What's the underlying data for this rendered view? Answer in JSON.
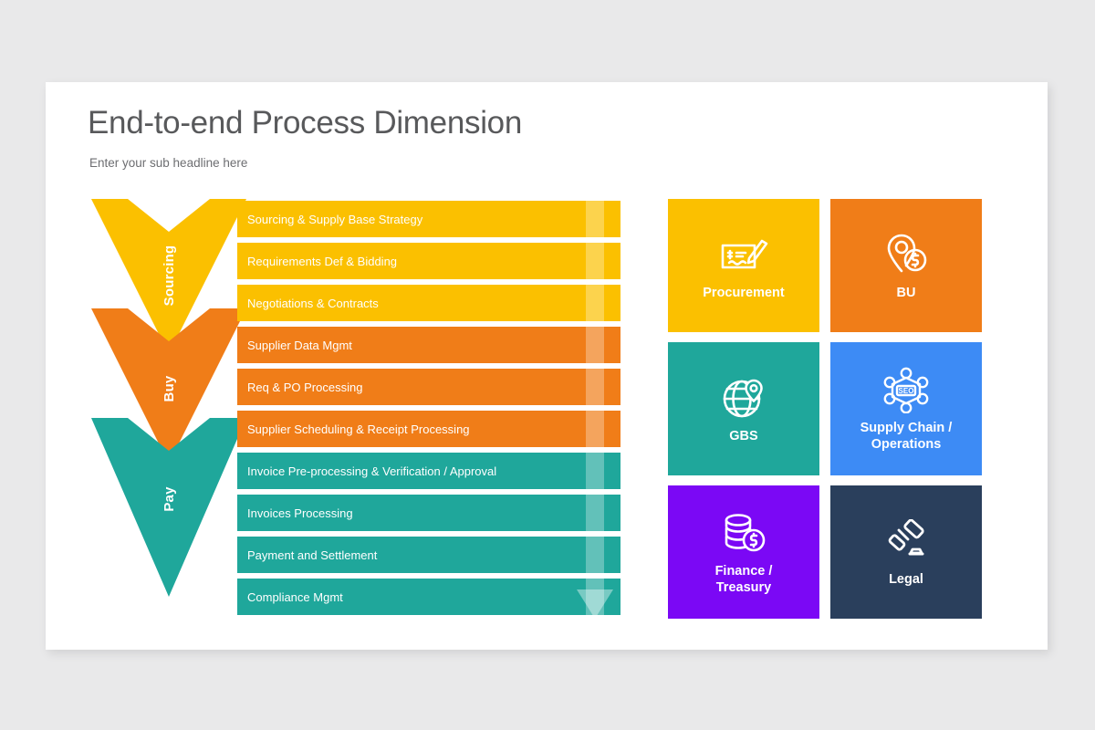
{
  "slide": {
    "title": "End-to-end Process Dimension",
    "subtitle": "Enter your sub headline here"
  },
  "colors": {
    "background": "#e9e9ea",
    "card": "#ffffff",
    "yellow": "#fbc000",
    "orange": "#f07d18",
    "teal": "#1fa79b",
    "blue": "#3d8bf5",
    "purple": "#7b08f5",
    "navy": "#2a3f5c",
    "title_text": "#58595b",
    "subtitle_text": "#6d6e71",
    "connector": "#8a8c8e"
  },
  "phases": [
    {
      "label": "Sourcing",
      "color": "#fbc000"
    },
    {
      "label": "Buy",
      "color": "#f07d18"
    },
    {
      "label": "Pay",
      "color": "#1fa79b"
    }
  ],
  "process_steps": [
    {
      "label": "Sourcing & Supply Base Strategy",
      "phase": "Sourcing",
      "color": "#fbc000"
    },
    {
      "label": "Requirements Def & Bidding",
      "phase": "Sourcing",
      "color": "#fbc000"
    },
    {
      "label": "Negotiations & Contracts",
      "phase": "Sourcing",
      "color": "#fbc000"
    },
    {
      "label": "Supplier Data Mgmt",
      "phase": "Buy",
      "color": "#f07d18"
    },
    {
      "label": "Req & PO Processing",
      "phase": "Buy",
      "color": "#f07d18"
    },
    {
      "label": "Supplier Scheduling & Receipt Processing",
      "phase": "Buy",
      "color": "#f07d18"
    },
    {
      "label": "Invoice Pre-processing & Verification / Approval",
      "phase": "Pay",
      "color": "#1fa79b"
    },
    {
      "label": "Invoices Processing",
      "phase": "Pay",
      "color": "#1fa79b"
    },
    {
      "label": "Payment and Settlement",
      "phase": "Pay",
      "color": "#1fa79b"
    },
    {
      "label": "Compliance Mgmt",
      "phase": "Pay",
      "color": "#1fa79b"
    }
  ],
  "function_tiles": [
    {
      "label": "Procurement",
      "color": "#fbc000",
      "icon": "cheque-pen-icon"
    },
    {
      "label": "BU",
      "color": "#f07d18",
      "icon": "location-pin-dollar-icon"
    },
    {
      "label": "GBS",
      "color": "#1fa79b",
      "icon": "globe-pin-icon"
    },
    {
      "label": "Supply Chain /\nOperations",
      "color": "#3d8bf5",
      "icon": "seo-network-icon"
    },
    {
      "label": "Finance /\nTreasury",
      "color": "#7b08f5",
      "icon": "coins-dollar-icon"
    },
    {
      "label": "Legal",
      "color": "#2a3f5c",
      "icon": "gavel-icon"
    }
  ]
}
